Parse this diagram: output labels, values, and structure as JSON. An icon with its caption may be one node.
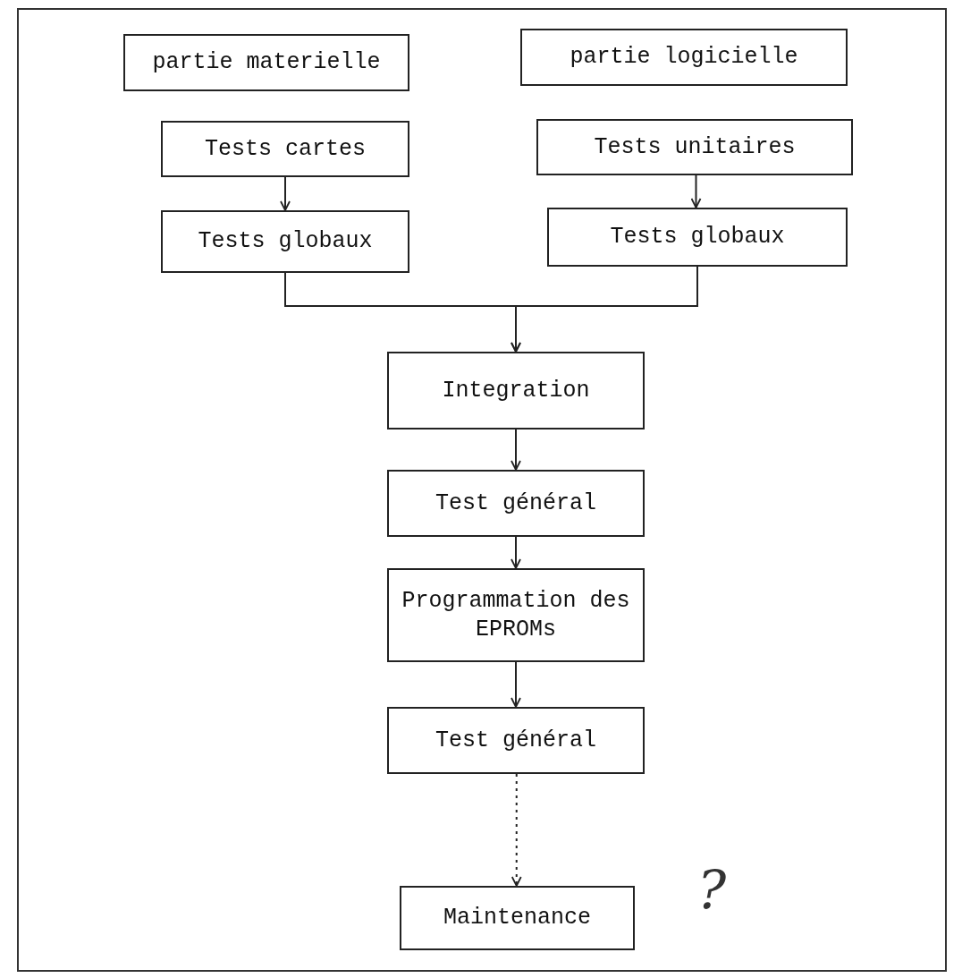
{
  "diagram": {
    "nodes": [
      {
        "text": [
          "partie materielle"
        ]
      },
      {
        "text": [
          "partie logicielle"
        ]
      },
      {
        "text": [
          "Tests cartes"
        ]
      },
      {
        "text": [
          "Tests unitaires"
        ]
      },
      {
        "text": [
          "Tests globaux"
        ]
      },
      {
        "text": [
          "Tests globaux"
        ]
      },
      {
        "text": [
          "Integration"
        ]
      },
      {
        "text": [
          "Test général"
        ]
      },
      {
        "text": [
          "Programmation des EPROMs"
        ]
      },
      {
        "text": [
          "Test général"
        ]
      },
      {
        "text": [
          "Maintenance"
        ]
      }
    ],
    "edges": [
      {
        "from": 2,
        "to": 4,
        "arrow": "to"
      },
      {
        "from": 3,
        "to": 5,
        "arrow": "to"
      },
      {
        "from": 4,
        "to": 6,
        "arrow": "to"
      },
      {
        "from": 5,
        "to": 6,
        "arrow": "to"
      },
      {
        "from": 6,
        "to": 7,
        "arrow": "to"
      },
      {
        "from": 7,
        "to": 8,
        "arrow": "to"
      },
      {
        "from": 8,
        "to": 9,
        "arrow": "to"
      },
      {
        "from": 9,
        "to": 10,
        "arrow": "to",
        "style": "dashed"
      }
    ],
    "labels": [
      "?"
    ]
  }
}
